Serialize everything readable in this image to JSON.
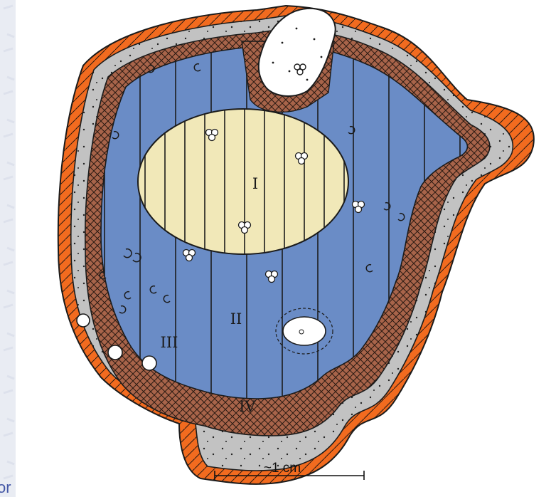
{
  "colors": {
    "background": "#e9ecf3",
    "panel": "#ffffff",
    "orange_rim": "#f26b1f",
    "gray_layer": "#c2c2c2",
    "brown_crosshatch": "#a8644a",
    "blue_zone": "#6a8cc6",
    "core_zone": "#f1e8b8",
    "outline": "#1b1b1b"
  },
  "labels": {
    "zone_1": "I",
    "zone_2": "II",
    "zone_3": "III",
    "zone_4": "IV"
  },
  "scale_bar": {
    "text": "~1 cm"
  },
  "clipped_text": "or"
}
